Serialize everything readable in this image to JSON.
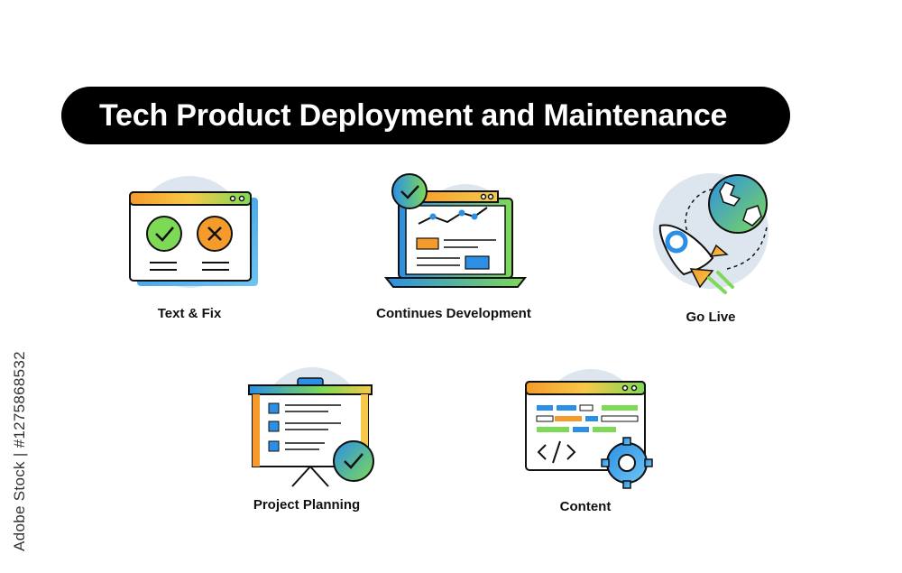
{
  "title": "Tech Product Deployment and Maintenance",
  "items": [
    {
      "label": "Text & Fix",
      "icon": "browser-check-cross-icon"
    },
    {
      "label": "Continues Development",
      "icon": "laptop-analytics-icon"
    },
    {
      "label": "Go Live",
      "icon": "rocket-globe-icon"
    },
    {
      "label": "Project Planning",
      "icon": "presentation-board-icon"
    },
    {
      "label": "Content",
      "icon": "code-window-gear-icon"
    }
  ],
  "side_text": "Adobe Stock | #1275868532",
  "colors": {
    "gradient_start": "#2b8fe6",
    "gradient_mid": "#7ed957",
    "gradient_end": "#f7c948",
    "accent_orange": "#f59b2b",
    "circle_bg": "#dde5ee"
  }
}
